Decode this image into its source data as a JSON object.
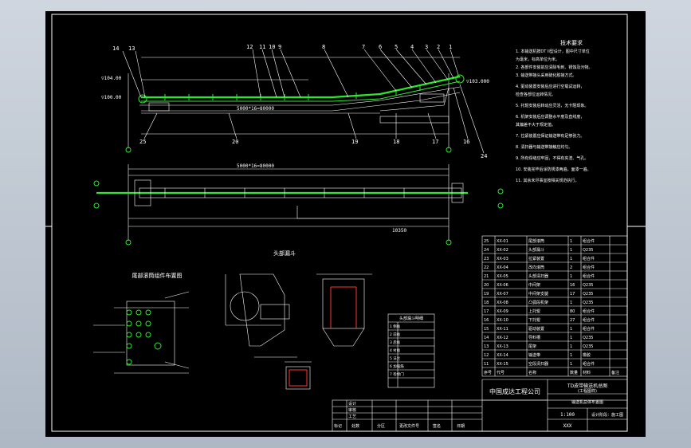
{
  "callouts_top": [
    "14",
    "13",
    "12",
    "11",
    "10",
    "9",
    "8",
    "7",
    "6",
    "5",
    "4",
    "3",
    "2",
    "1"
  ],
  "callouts_bottom": [
    "25",
    "20",
    "19",
    "18",
    "17",
    "16",
    "24"
  ],
  "elevations": [
    "▽104.00",
    "▽100.00",
    "▽103.000"
  ],
  "dims": {
    "top_total": "5000*16=80000",
    "bottom_total": "5000*16=80000",
    "bottom_right": "10350"
  },
  "section_titles": {
    "tail_frame": "尾部滚筒组件布置图",
    "head_funnel": "头部漏斗"
  },
  "tech_req": {
    "title": "技术要求",
    "lines": [
      "1. 本输送机按DT II型设计，图中尺寸单位",
      "   为毫米，标高单位为米。",
      "2. 各部件安装前应清除毛刺、锈蚀及污物。",
      "3. 输送带接头采用硫化胶接方式。",
      "4. 驱动装置安装后应进行空载试运转，",
      "   检查各部位运转情况。",
      "5. 托辊安装后转动应灵活，无卡阻现象。",
      "6. 机架安装后应调整水平度及直线度，",
      "   其偏差不大于规定值。",
      "7. 拉紧装置应保证输送带有足够张力。",
      "8. 清扫器与输送带接触应均匀。",
      "9. 所有焊缝应牢固，不得有夹渣、气孔。",
      "10. 安装完毕后涂防锈漆两遍，面漆一遍。",
      "11. 其余未尽事宜按相关规范执行。"
    ]
  },
  "company": "中国成达工程公司",
  "drawing_title": "TD皮带输送机总图",
  "drawing_subtitle": "(工程图样)",
  "drawing_no": "XXX",
  "scale": "1:100",
  "right_block": [
    "输送机总体布置图",
    "设计阶段：施工图"
  ],
  "left_title_block": {
    "col_heads": [
      "标记",
      "处数",
      "分区",
      "更改文件号",
      "签名",
      "日期"
    ],
    "rows": [
      "设计",
      "审核",
      "工艺"
    ]
  },
  "bom_heads": [
    "序号",
    "代号",
    "名称",
    "数量",
    "材料",
    "备注"
  ],
  "bom_rows": [
    [
      "25",
      "XX-01",
      "尾部滚筒",
      "1",
      "组合件",
      ""
    ],
    [
      "24",
      "XX-02",
      "头部漏斗",
      "1",
      "Q235",
      ""
    ],
    [
      "23",
      "XX-03",
      "拉紧装置",
      "1",
      "组合件",
      ""
    ],
    [
      "22",
      "XX-04",
      "改向滚筒",
      "2",
      "组合件",
      ""
    ],
    [
      "21",
      "XX-05",
      "头部清扫器",
      "1",
      "组合件",
      ""
    ],
    [
      "20",
      "XX-06",
      "中间架",
      "16",
      "Q235",
      ""
    ],
    [
      "19",
      "XX-07",
      "中间架支腿",
      "17",
      "Q235",
      ""
    ],
    [
      "18",
      "XX-08",
      "凸弧段机架",
      "1",
      "Q235",
      ""
    ],
    [
      "17",
      "XX-09",
      "上托辊",
      "80",
      "组合件",
      ""
    ],
    [
      "16",
      "XX-10",
      "下托辊",
      "27",
      "组合件",
      ""
    ],
    [
      "15",
      "XX-11",
      "驱动装置",
      "1",
      "组合件",
      ""
    ],
    [
      "14",
      "XX-12",
      "导料槽",
      "1",
      "Q235",
      ""
    ],
    [
      "13",
      "XX-13",
      "尾架",
      "1",
      "Q235",
      ""
    ],
    [
      "12",
      "XX-14",
      "输送带",
      "1",
      "橡胶",
      ""
    ],
    [
      "11",
      "XX-15",
      "空段清扫器",
      "1",
      "组合件",
      ""
    ]
  ],
  "small_table_title": "头部漏斗明细",
  "small_table_rows": [
    "1 侧板",
    "2 前板",
    "3 后板",
    "4 衬板",
    "5 法兰",
    "6 加强筋",
    "7 检修门"
  ],
  "colors": {
    "accent_green": "#2ee82e",
    "line": "#ffffff",
    "highlight": "#ff3333"
  }
}
